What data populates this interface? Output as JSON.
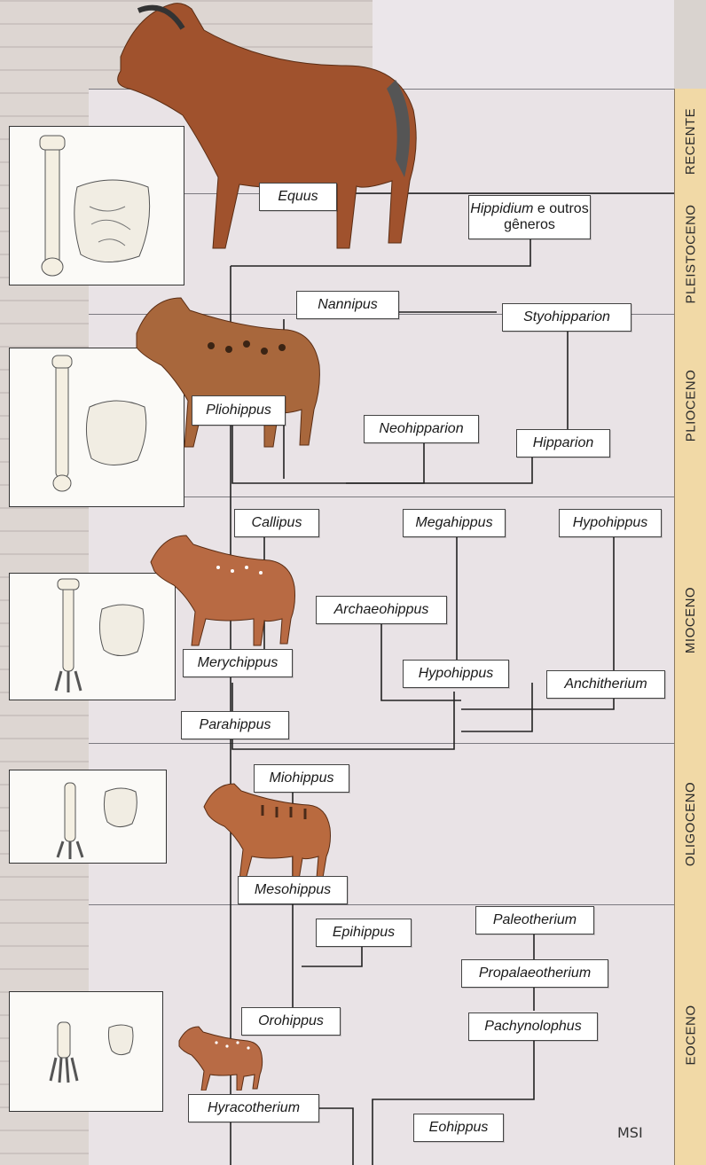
{
  "eras": [
    {
      "name": "RECENTE"
    },
    {
      "name": "PLEISTOCENO"
    },
    {
      "name": "PLIOCENO"
    },
    {
      "name": "MIOCENO"
    },
    {
      "name": "OLIGOCENO"
    },
    {
      "name": "EOCENO"
    }
  ],
  "taxa": {
    "equus": "Equus",
    "hippidium": "Hippidium",
    "hippidium_suffix": " e outros gêneros",
    "nannipus": "Nannipus",
    "styohipparion": "Styohipparion",
    "pliohippus": "Pliohippus",
    "neohipparion": "Neohipparion",
    "hipparion": "Hipparion",
    "callipus": "Callipus",
    "megahippus": "Megahippus",
    "hypohippus_top": "Hypohippus",
    "archaeohippus": "Archaeohippus",
    "merychippus": "Merychippus",
    "hypohippus": "Hypohippus",
    "anchitherium": "Anchitherium",
    "parahippus": "Parahippus",
    "miohippus": "Miohippus",
    "mesohippus": "Mesohippus",
    "epihippus": "Epihippus",
    "paleotherium": "Paleotherium",
    "propalaeotherium": "Propalaeotherium",
    "pachynolophus": "Pachynolophus",
    "orohippus": "Orohippus",
    "hyracotherium": "Hyracotherium",
    "eohippus": "Eohippus"
  },
  "signature": "MSI",
  "colors": {
    "era_band": "#f1d9a6",
    "chart_bg": "#e9e3e6",
    "line": "#222222",
    "horse_brown": "#a0522d"
  }
}
